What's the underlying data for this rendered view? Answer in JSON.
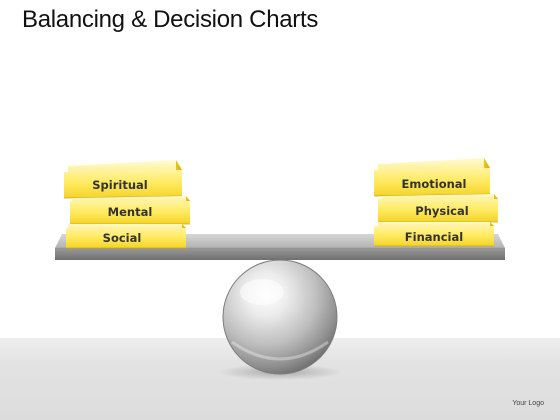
{
  "title": "Balancing & Decision Charts",
  "left_stack": [
    "Spiritual",
    "Mental",
    "Social"
  ],
  "right_stack": [
    "Emotional",
    "Physical",
    "Financial"
  ],
  "logo_text": "Your Logo"
}
